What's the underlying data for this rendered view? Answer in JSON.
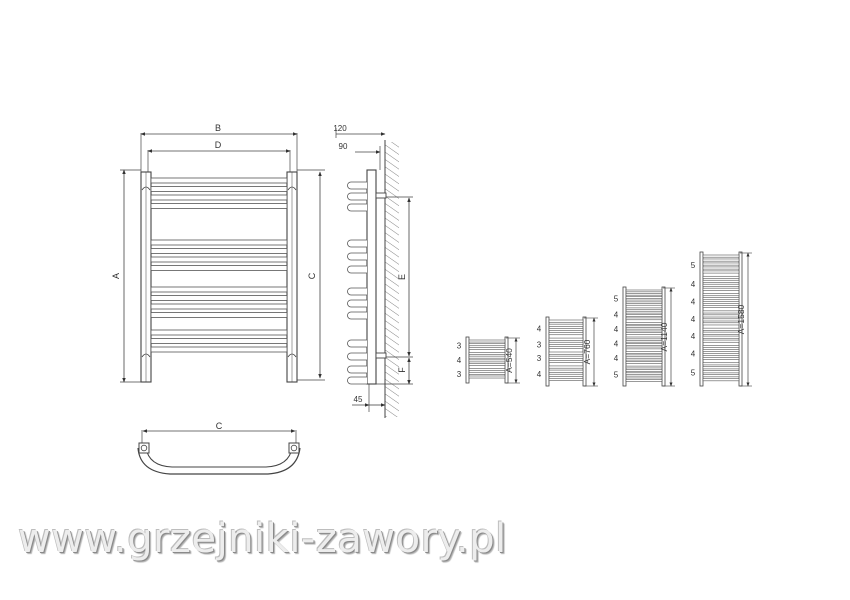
{
  "front_view": {
    "dim_b": "B",
    "dim_d": "D",
    "dim_a": "A",
    "dim_c": "C"
  },
  "top_view": {
    "dim_c": "C"
  },
  "side_view": {
    "dim_120": "120",
    "dim_90": "90",
    "dim_e": "E",
    "dim_f": "F",
    "dim_45": "45"
  },
  "variants": [
    {
      "label": "A=540",
      "groups": [
        "3",
        "4",
        "3"
      ]
    },
    {
      "label": "A=760",
      "groups": [
        "4",
        "3",
        "3",
        "4"
      ]
    },
    {
      "label": "A=1140",
      "groups": [
        "5",
        "4",
        "4",
        "4",
        "4",
        "5"
      ]
    },
    {
      "label": "A=1580",
      "groups": [
        "5",
        "4",
        "4",
        "4",
        "4",
        "4",
        "5"
      ]
    }
  ],
  "watermark": "www.grzejniki-zawory.pl"
}
